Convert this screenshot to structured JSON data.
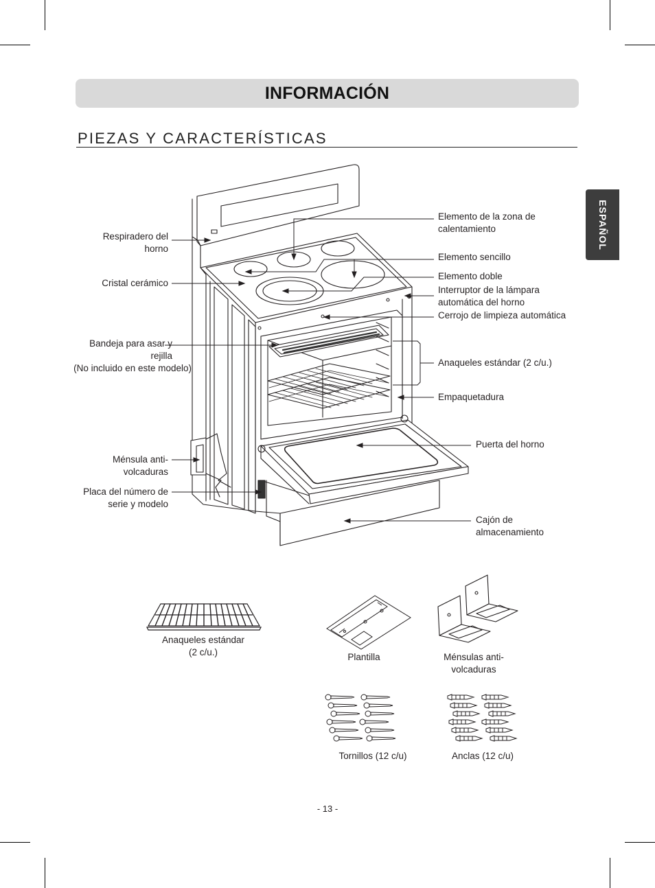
{
  "header": {
    "title": "INFORMACIÓN"
  },
  "section": {
    "title": "PIEZAS Y CARACTERÍSTICAS"
  },
  "language_tab": {
    "label": "ESPAÑOL"
  },
  "callouts_left": {
    "oven_vent": [
      "Respiradero del",
      "horno"
    ],
    "ceramic_glass": [
      "Cristal cerámico"
    ],
    "broil_pan": [
      "Bandeja para asar y",
      "rejilla",
      "(No incluido en este modelo)"
    ],
    "anti_tip_bracket": [
      "Ménsula anti-",
      "volcaduras"
    ],
    "serial_plate": [
      "Placa del número de",
      "serie y modelo"
    ]
  },
  "callouts_right": {
    "warming_zone": [
      "Elemento de la zona de",
      "calentamiento"
    ],
    "single_element": [
      "Elemento sencillo"
    ],
    "dual_element": [
      "Elemento doble"
    ],
    "lamp_switch": [
      "Interruptor de la lámpara",
      "automática del horno"
    ],
    "self_clean_latch": [
      "Cerrojo de limpieza automática"
    ],
    "standard_racks": [
      "Anaqueles estándar (2 c/u.)"
    ],
    "gasket": [
      "Empaquetadura"
    ],
    "oven_door": [
      "Puerta del horno"
    ],
    "storage_drawer": [
      "Cajón de",
      "almacenamiento"
    ]
  },
  "accessories": {
    "racks": [
      "Anaqueles estándar",
      "(2 c/u.)"
    ],
    "template": [
      "Plantilla"
    ],
    "brackets": [
      "Ménsulas anti-",
      "volcaduras"
    ],
    "screws": [
      "Tornillos (12 c/u)"
    ],
    "anchors": [
      "Anclas (12 c/u)"
    ]
  },
  "footer": {
    "page": "- 13 -"
  }
}
